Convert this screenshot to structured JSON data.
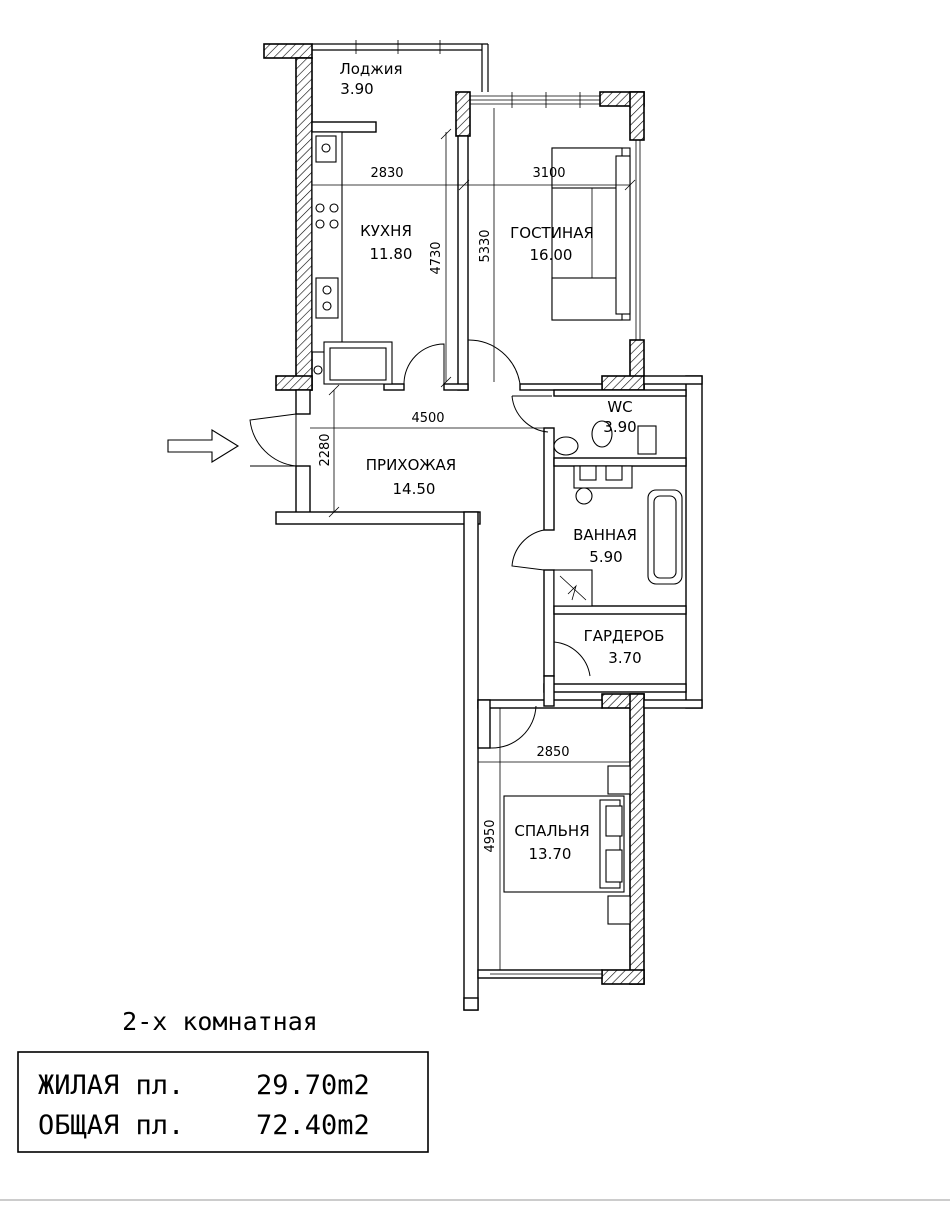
{
  "rooms": {
    "loggia": {
      "name": "Лоджия",
      "area": "3.90"
    },
    "kitchen": {
      "name": "КУХНЯ",
      "area": "11.80"
    },
    "living": {
      "name": "ГОСТИНАЯ",
      "area": "16.00"
    },
    "wc": {
      "name": "WC",
      "area": "3.90"
    },
    "hall": {
      "name": "ПРИХОЖАЯ",
      "area": "14.50"
    },
    "bath": {
      "name": "ВАННАЯ",
      "area": "5.90"
    },
    "wardrobe": {
      "name": "ГАРДЕРОБ",
      "area": "3.70"
    },
    "bedroom": {
      "name": "СПАЛЬНЯ",
      "area": "13.70"
    }
  },
  "dimensions": {
    "kitchen_width": "2830",
    "living_width": "3100",
    "kitchen_depth": "4730",
    "living_depth": "5330",
    "hall_width": "4500",
    "hall_depth": "2280",
    "bedroom_width": "2850",
    "bedroom_depth": "4950"
  },
  "plan_title": "2-х комнатная",
  "summary": {
    "living_label": "ЖИЛАЯ пл.",
    "living_value": "29.70m2",
    "total_label": "ОБЩАЯ пл.",
    "total_value": "72.40m2"
  }
}
